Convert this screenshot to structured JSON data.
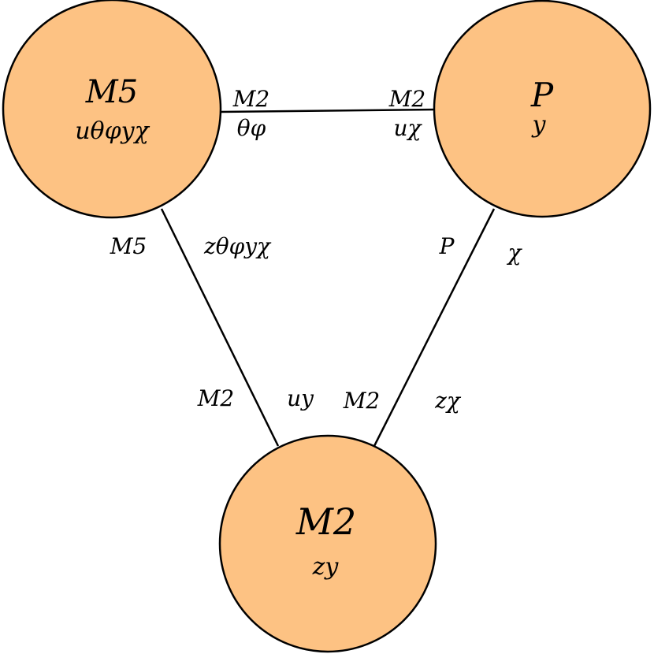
{
  "colors": {
    "node_fill": "#fdc283",
    "stroke": "#000000"
  },
  "nodes": {
    "m5": {
      "title": "M5",
      "subtitle": "uθφyχ"
    },
    "p": {
      "title": "P",
      "subtitle": "y"
    },
    "m2": {
      "title": "M2",
      "subtitle": "zy"
    }
  },
  "edges": {
    "m5_p": {
      "m5_side_title": "M2",
      "m5_side_sub": "θφ",
      "p_side_title": "M2",
      "p_side_sub": "uχ"
    },
    "m5_m2": {
      "m5_side_title": "M5",
      "m5_side_sub": "zθφyχ",
      "m2_side_title": "M2",
      "m2_side_sub": "uy"
    },
    "p_m2": {
      "p_side_title": "P",
      "p_side_sub": "χ",
      "m2_side_title": "M2",
      "m2_side_sub": "zχ"
    }
  }
}
